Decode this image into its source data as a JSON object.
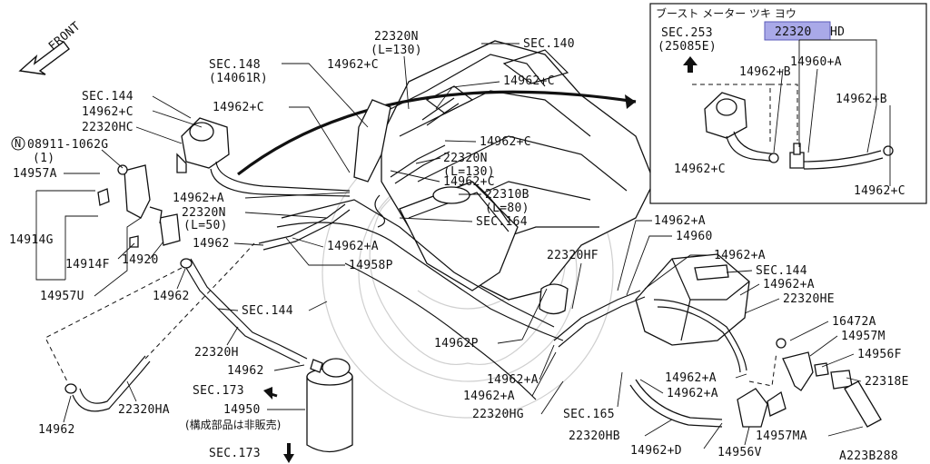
{
  "diagram_code": "A223B288",
  "front_label": "FRONT",
  "labels": {
    "sec140": "SEC.140",
    "sec148": "SEC.148",
    "sec148_sub": "(14061R)",
    "sec144_a": "SEC.144",
    "sec144_b": "SEC.144",
    "sec144_c": "SEC.144",
    "sec164": "SEC.164",
    "sec165": "SEC.165",
    "sec173_a": "SEC.173",
    "sec173_b": "SEC.173",
    "p14962C_1": "14962+C",
    "p14962C_2": "14962+C",
    "p14962C_3": "14962+C",
    "p14962C_4": "14962+C",
    "p14962C_5": "14962+C",
    "p14962C_6": "14962+C",
    "p14962A_1": "14962+A",
    "p14962A_2": "14962+A",
    "p14962A_3": "14962+A",
    "p14962A_4": "14962+A",
    "p14962A_5": "14962+A",
    "p14962A_6": "14962+A",
    "p14962A_7": "14962+A",
    "p14962A_8": "14962+A",
    "p14962A_9": "14962+A",
    "p14962_1": "14962",
    "p14962_2": "14962",
    "p14962_3": "14962",
    "p14962_4": "14962",
    "p14962D": "14962+D",
    "p22320HC": "22320HC",
    "p08911": "08911-1062G",
    "p08911_qty": "(1)",
    "p14957A": "14957A",
    "p14914G": "14914G",
    "p14914F": "14914F",
    "p14920": "14920",
    "p14957U": "14957U",
    "p22320N_top": "22320N",
    "p22320N_top_len": "(L=130)",
    "p22320N_mid": "22320N",
    "p22320N_mid_len": "(L=130)",
    "p22320N_left": "22320N",
    "p22320N_left_len": "(L=50)",
    "p22310B": "22310B",
    "p22310B_len": "(L=80)",
    "p14958P": "14958P",
    "p14962P": "14962P",
    "p22320H": "22320H",
    "p22320HA": "22320HA",
    "p14950": "14950",
    "p14950_note": "(構成部品は非販売)",
    "p22320HF": "22320HF",
    "p14960": "14960",
    "p22320HE": "22320HE",
    "p16472A": "16472A",
    "p14957M": "14957M",
    "p14956F": "14956F",
    "p22318E": "22318E",
    "p22320HG": "22320HG",
    "p22320HB": "22320HB",
    "p14956V": "14956V",
    "p14957MA": "14957MA"
  },
  "inset": {
    "title": "ブースト メーター ツキ ヨウ",
    "highlight_part": "22320",
    "highlight_suffix": "HD",
    "sec253": "SEC.253",
    "sec253_sub": "(25085E)",
    "p14960A": "14960+A",
    "p14962B_1": "14962+B",
    "p14962B_2": "14962+B",
    "p14962C_1": "14962+C",
    "p14962C_2": "14962+C",
    "highlight_color": "#a9a9e8"
  }
}
